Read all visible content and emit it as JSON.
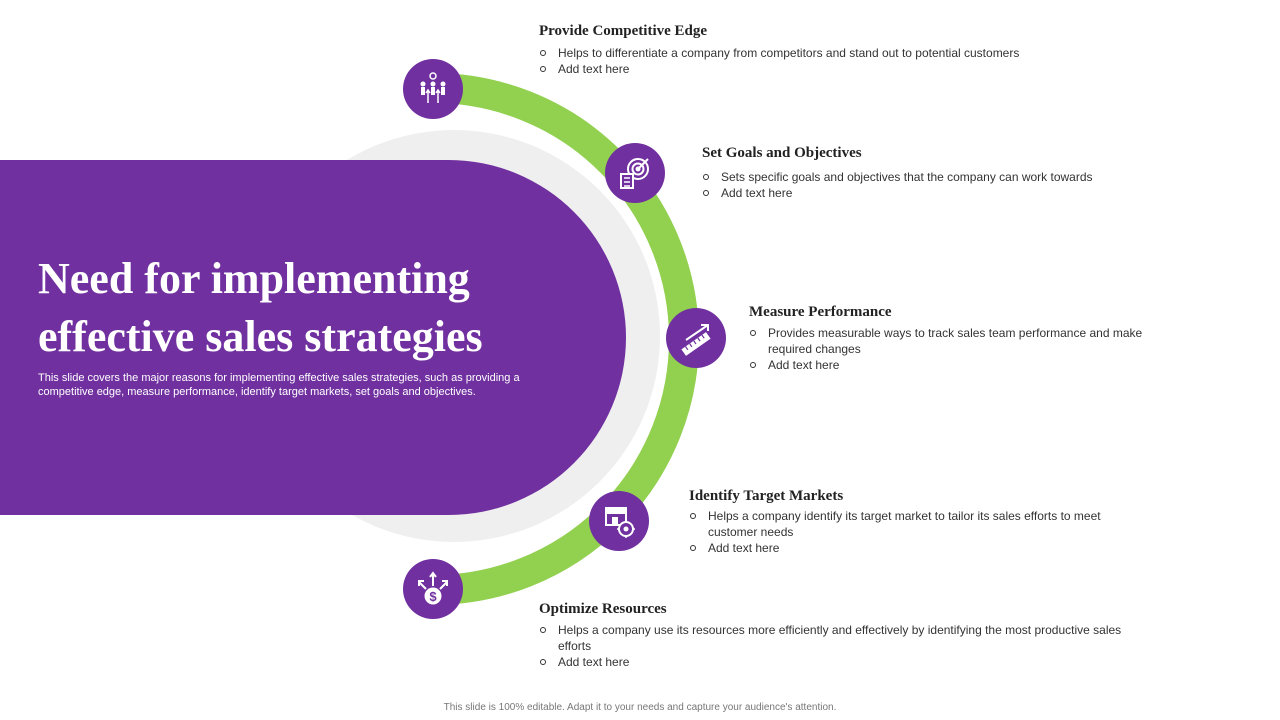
{
  "slide": {
    "title": "Need for implementing effective sales strategies",
    "subtitle": "This slide covers the major reasons for implementing effective sales strategies, such as providing a competitive edge, measure performance, identify target markets, set goals and objectives.",
    "footer": "This slide is 100% editable. Adapt it to your needs and capture your audience's attention."
  },
  "colors": {
    "purple": "#7030a0",
    "green": "#92d050",
    "gray_ring": "#efefef"
  },
  "items": [
    {
      "heading": "Provide Competitive Edge",
      "icon": "people-growth-icon",
      "bullets": [
        "Helps to differentiate  a company from competitors and stand out to potential customers",
        "Add text here"
      ]
    },
    {
      "heading": "Set Goals and Objectives",
      "icon": "target-checklist-icon",
      "bullets": [
        "Sets specific goals and objectives that the company can work towards",
        "Add text here"
      ]
    },
    {
      "heading": "Measure Performance",
      "icon": "ruler-arrow-icon",
      "bullets": [
        "Provides measurable ways to track sales team performance  and make required changes",
        "Add text here"
      ]
    },
    {
      "heading": "Identify Target Markets",
      "icon": "store-target-icon",
      "bullets": [
        "Helps a company identify its target market to tailor its sales efforts to meet customer needs",
        "Add text here"
      ]
    },
    {
      "heading": "Optimize Resources",
      "icon": "money-arrows-icon",
      "bullets": [
        "Helps a company use its resources more efficiently and effectively by identifying the most productive sales efforts",
        "Add text here"
      ]
    }
  ]
}
